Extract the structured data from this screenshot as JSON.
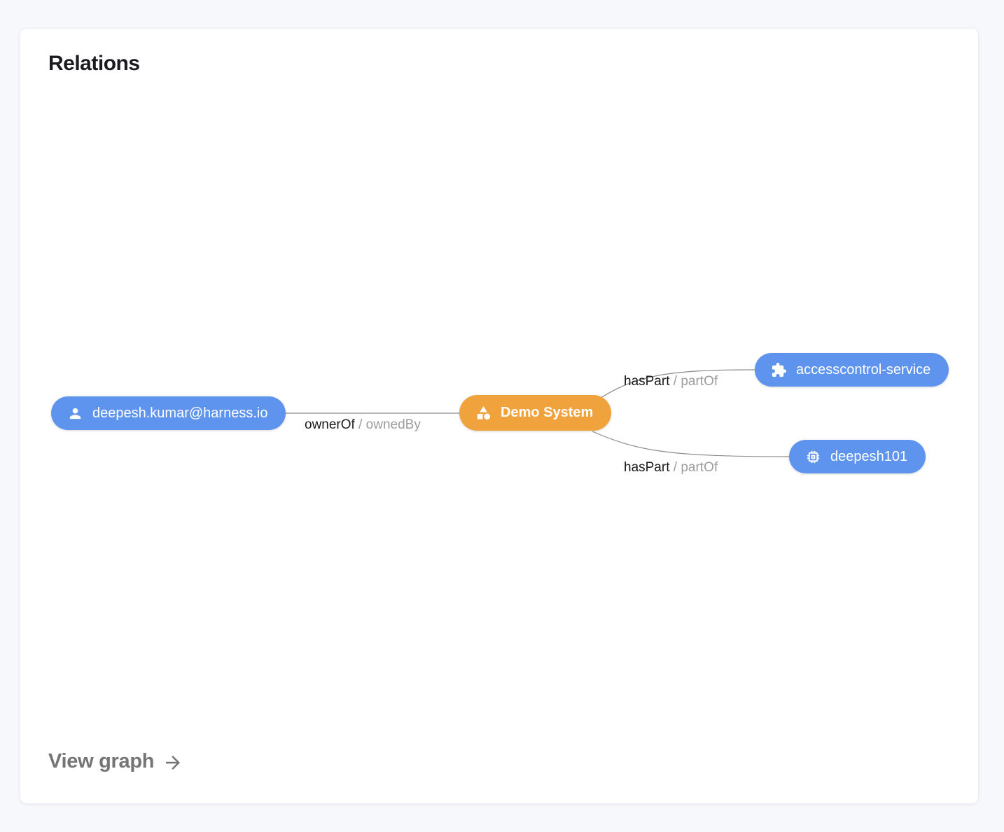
{
  "card": {
    "title": "Relations",
    "footer": {
      "link_label": "View graph"
    }
  },
  "colors": {
    "node_blue": "#5E94EE",
    "node_orange": "#F0A33C",
    "node_text": "#FFFFFF",
    "edge_line": "#8C8C8C",
    "edge_label_primary": "#1B1B1F",
    "edge_label_secondary": "#9B9BA0",
    "footer_text": "#757575"
  },
  "graph": {
    "nodes": [
      {
        "type": "user",
        "label": "deepesh.kumar@harness.io"
      },
      {
        "type": "system",
        "label": "Demo System"
      },
      {
        "type": "service",
        "label": "accesscontrol-service"
      },
      {
        "type": "component",
        "label": "deepesh101"
      }
    ],
    "edges": [
      {
        "from": "deepesh.kumar@harness.io",
        "to": "Demo System",
        "primary": "ownerOf",
        "separator": " / ",
        "secondary": "ownedBy"
      },
      {
        "from": "Demo System",
        "to": "accesscontrol-service",
        "primary": "hasPart",
        "separator": " / ",
        "secondary": "partOf"
      },
      {
        "from": "Demo System",
        "to": "deepesh101",
        "primary": "hasPart",
        "separator": " / ",
        "secondary": "partOf"
      }
    ]
  }
}
